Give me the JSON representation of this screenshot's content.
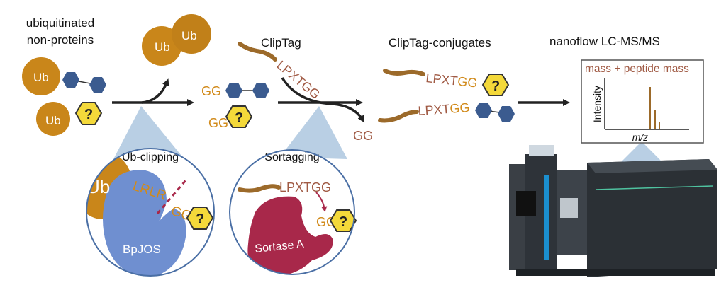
{
  "labels": {
    "ubiquitinated_line1": "ubiquitinated",
    "ubiquitinated_line2": "non-proteins",
    "cliptag": "ClipTag",
    "cliptag_conjugates": "ClipTag-conjugates",
    "lcms": "nanoflow LC-MS/MS"
  },
  "molecules": {
    "ub": "Ub",
    "unknown": "?",
    "gg": "GG",
    "lpxtgg": "LPXTGG",
    "lpxt": "LPXT",
    "lrlr": "LRLR"
  },
  "insets": {
    "ub_clipping": {
      "title": "Ub-clipping",
      "enzyme": "BpJOS"
    },
    "sortagging": {
      "title": "Sortagging",
      "enzyme": "Sortase A"
    }
  },
  "spectrum": {
    "title": "mass + peptide mass",
    "ylabel": "Intensity",
    "xlabel": "m/z"
  },
  "colors": {
    "ubiquitin": "#c9861a",
    "glycan_hexagon": "#3b5b8f",
    "unknown_hexagon": "#f4d93a",
    "tag": "#9c6a2a",
    "sequence_text": "#a05a44",
    "gg_text": "#d18a1a",
    "bpjos": "#6f8fd0",
    "sortase": "#a8284a",
    "cone": "#b9cfe4",
    "inset_border": "#4a6fa5"
  }
}
